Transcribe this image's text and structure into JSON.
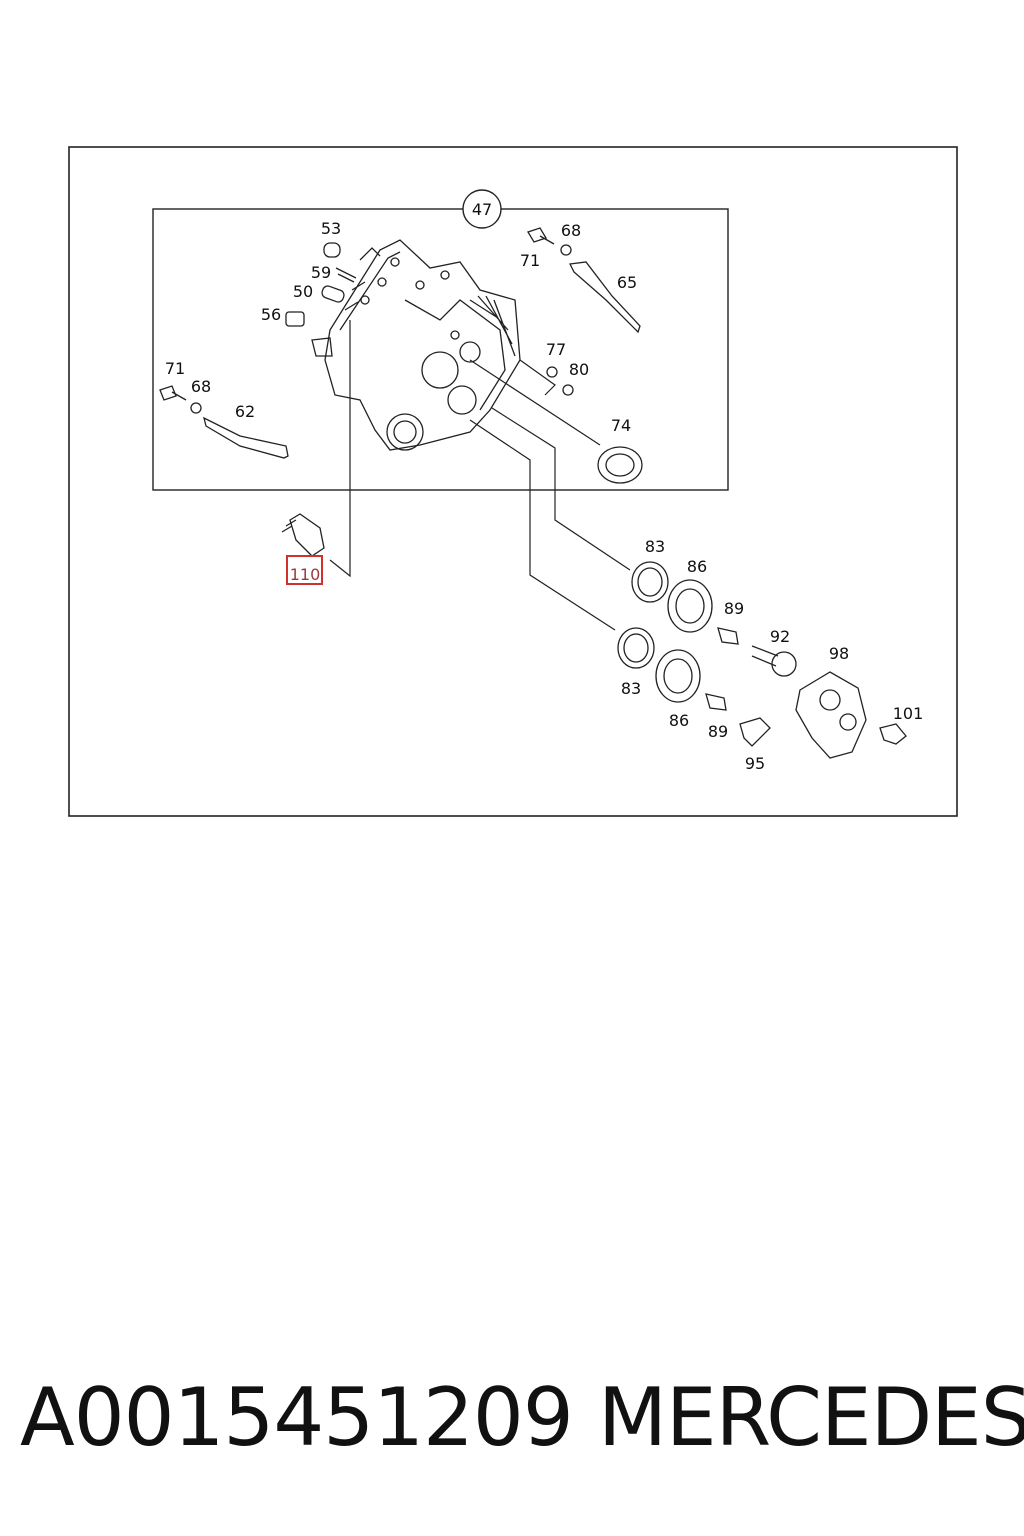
{
  "diagram": {
    "assembly_callout": "47",
    "labels": {
      "l53": "53",
      "l59": "59",
      "l50": "50",
      "l56": "56",
      "l71a": "71",
      "l68a": "68",
      "l62": "62",
      "l71b": "71",
      "l68b": "68",
      "l65": "65",
      "l77": "77",
      "l80": "80",
      "l74": "74",
      "l83a": "83",
      "l86a": "86",
      "l89a": "89",
      "l92": "92",
      "l98": "98",
      "l83b": "83",
      "l86b": "86",
      "l89b": "89",
      "l95": "95",
      "l101": "101"
    },
    "highlighted_part": "110",
    "highlight_color": "#d0312d"
  },
  "footer": {
    "part_number": "A0015451209",
    "brand": "MERCEDES"
  }
}
